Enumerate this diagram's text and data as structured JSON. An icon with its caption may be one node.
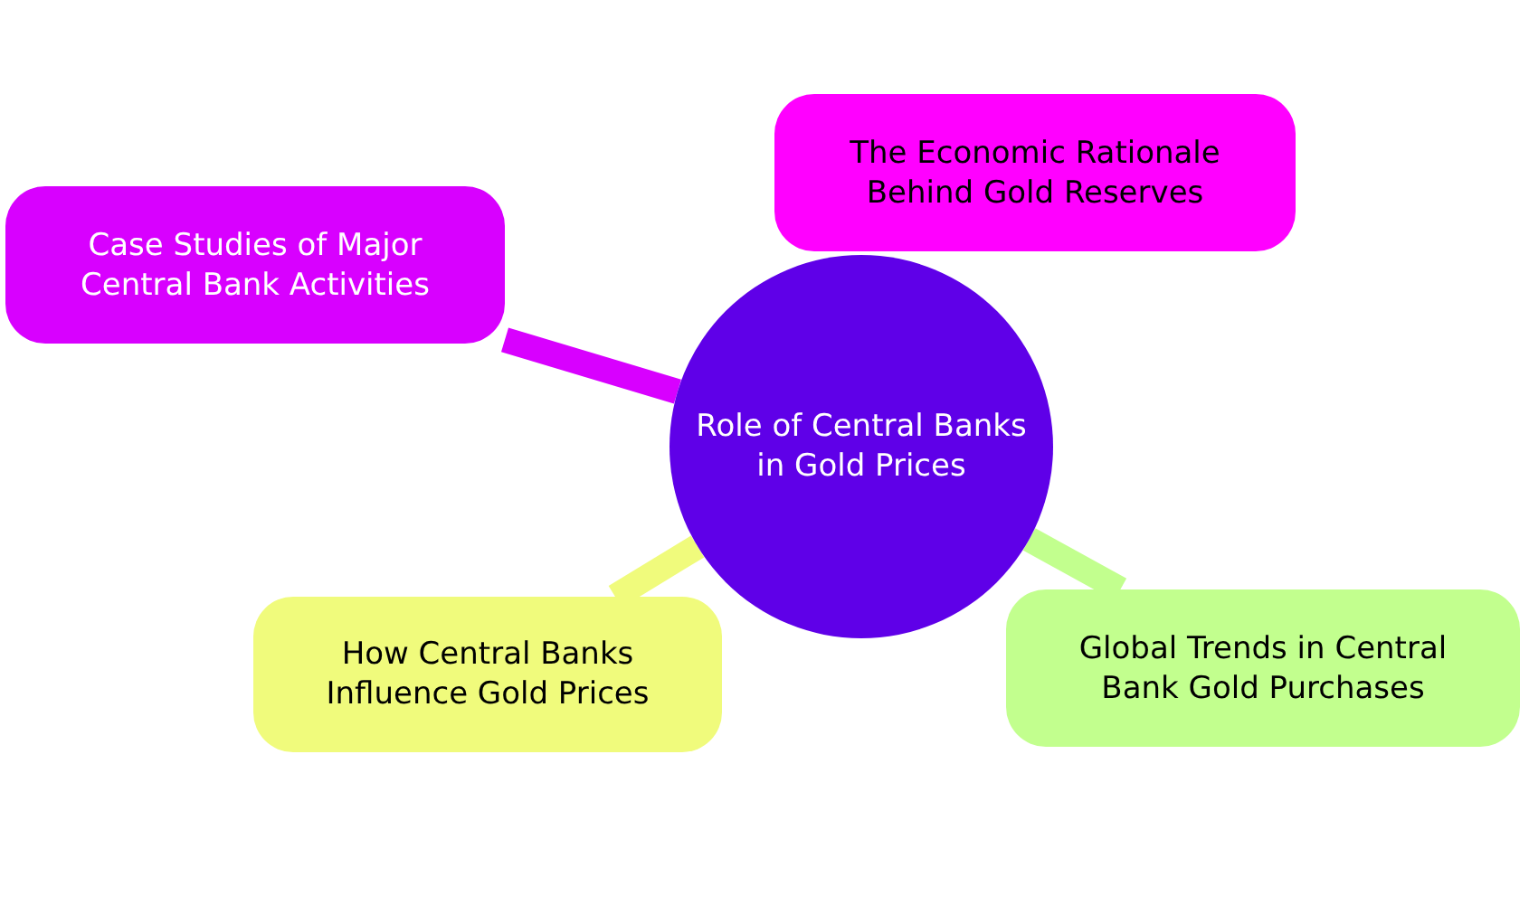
{
  "diagram": {
    "nodes": [
      {
        "text": [
          "Role of Central Banks in Gold Prices"
        ]
      },
      {
        "text": [
          "Case Studies of Major Central Bank Activities"
        ]
      },
      {
        "text": [
          "The Economic Rationale Behind Gold Reserves"
        ]
      },
      {
        "text": [
          "How Central Banks Influence Gold Prices"
        ]
      },
      {
        "text": [
          "Global Trends in Central Bank Gold Purchases"
        ]
      }
    ],
    "edges": [
      {
        "from": 0,
        "to": 1,
        "arrow": "none",
        "color": "#d800ff"
      },
      {
        "from": 0,
        "to": 3,
        "arrow": "none",
        "color": "#f0fb7c"
      },
      {
        "from": 0,
        "to": 4,
        "arrow": "none",
        "color": "#c2ff8e"
      }
    ]
  }
}
